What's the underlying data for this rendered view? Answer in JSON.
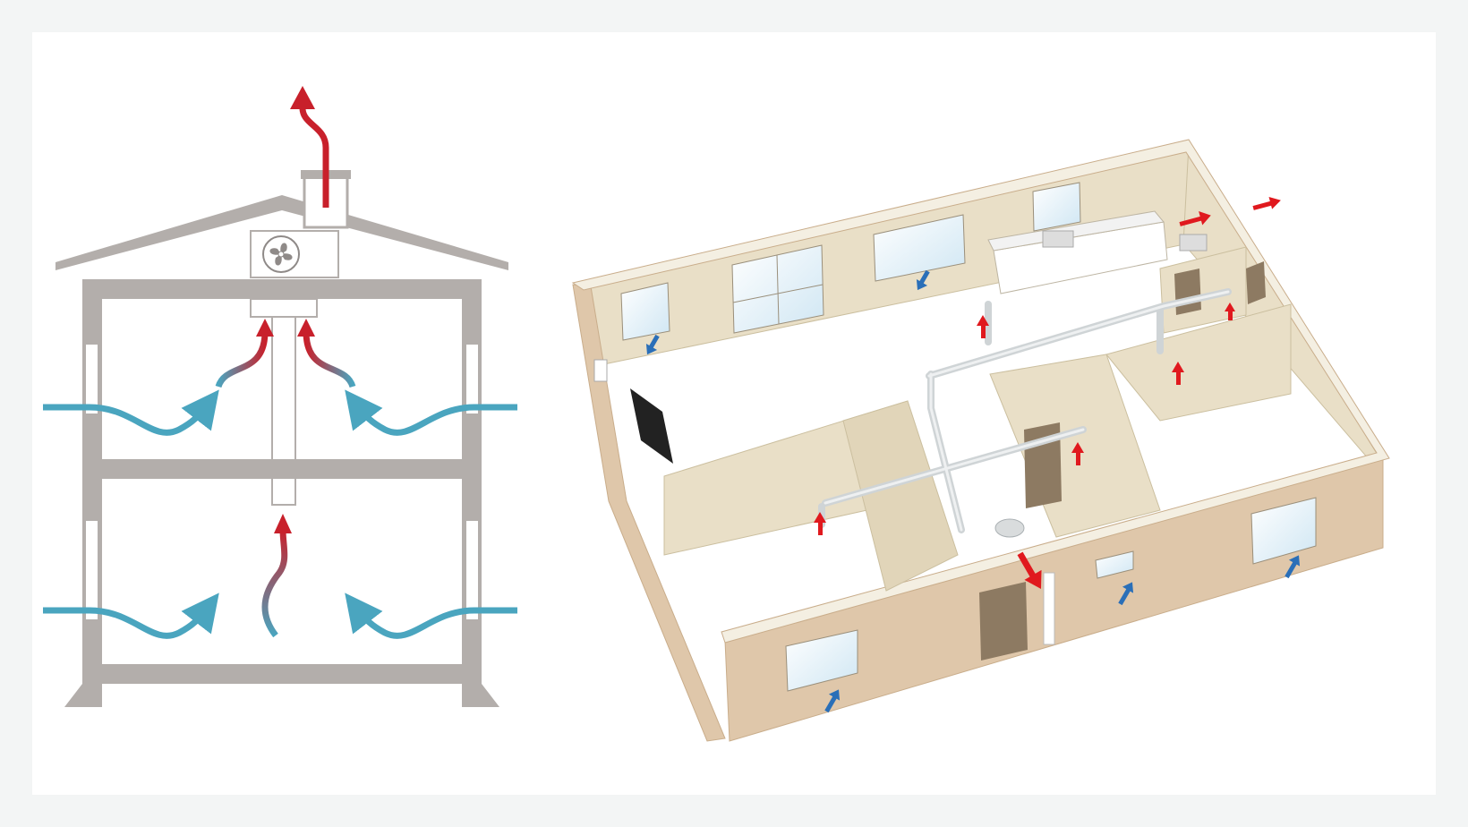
{
  "figure": {
    "panels": [
      {
        "name": "house-cross-section",
        "icon": "exhaust-fan-icon"
      },
      {
        "name": "isometric-floor-plan",
        "icon": "ductwork-plan"
      }
    ],
    "colors": {
      "background": "#f3f5f5",
      "frame": "#ffffff",
      "structure": "#b3aeab",
      "inflow_arrow": "#4aa5bf",
      "exhaust_arrow": "#c8202b",
      "wall_interior": "#e9dfc7",
      "wall_exterior": "#dfc7aa",
      "floor": "#ffffff",
      "duct": "#d9dcdd",
      "plan_inflow_arrow": "#2a6fb8",
      "plan_exhaust_arrow": "#e0191e"
    }
  }
}
